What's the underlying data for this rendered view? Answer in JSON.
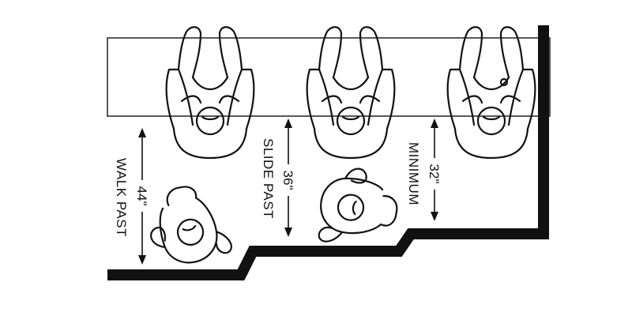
{
  "zones": [
    {
      "label": "WALK PAST",
      "measurement": "44\""
    },
    {
      "label": "SLIDE PAST",
      "measurement": "36\""
    },
    {
      "label": "MINIMUM",
      "measurement": "32\""
    }
  ],
  "colors": {
    "ink": "#111111",
    "background": "#ffffff"
  }
}
